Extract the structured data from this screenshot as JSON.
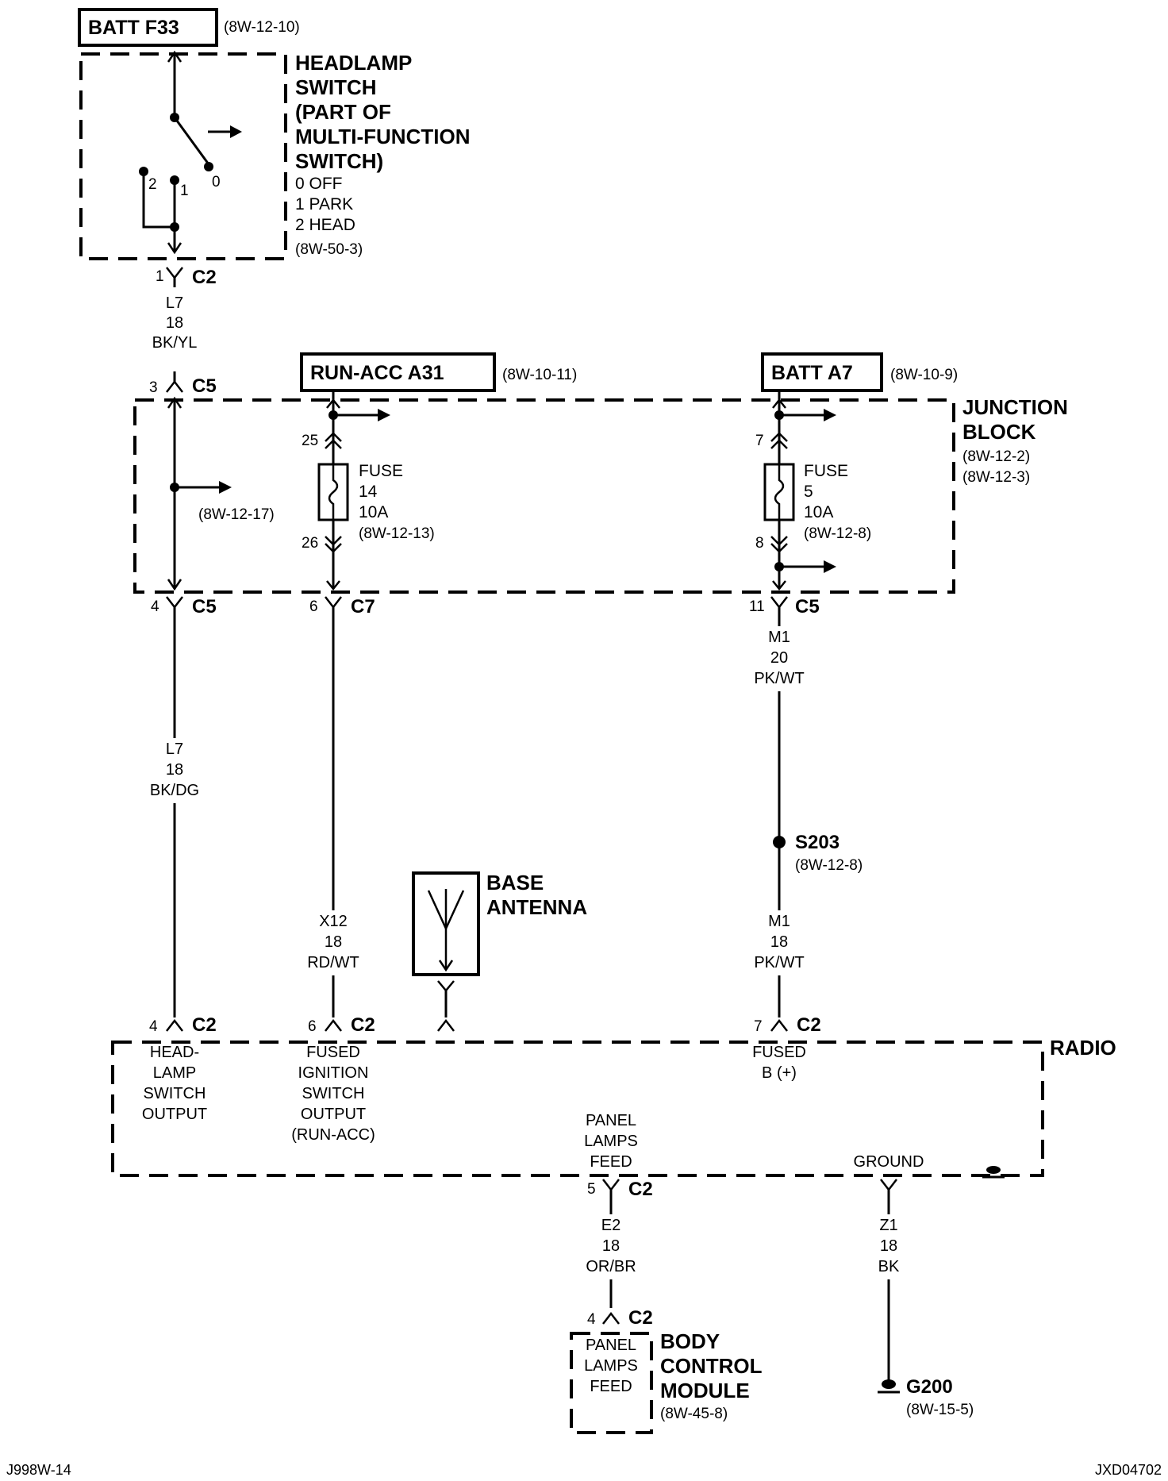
{
  "headlamp_switch": {
    "source": "BATT F33",
    "source_ref": "(8W-12-10)",
    "title_lines": [
      "HEADLAMP",
      "SWITCH",
      "(PART OF",
      "MULTI-FUNCTION",
      "SWITCH)"
    ],
    "positions": [
      "0 OFF",
      "1 PARK",
      "2 HEAD"
    ],
    "ref": "(8W-50-3)",
    "contact_labels": [
      "2",
      "1",
      "0"
    ]
  },
  "wire_headlamp_top": {
    "pin": "1",
    "connector": "C2",
    "circuit": "L7",
    "gauge": "18",
    "color": "BK/YL"
  },
  "junction_block": {
    "title_lines": [
      "JUNCTION",
      "BLOCK"
    ],
    "refs": [
      "(8W-12-2)",
      "(8W-12-3)"
    ],
    "splice_ref": "(8W-12-17)",
    "in_pin": "3",
    "in_connector": "C5",
    "out_pin": "4",
    "out_connector": "C5",
    "fuse14": {
      "source": "RUN-ACC A31",
      "source_ref": "(8W-10-11)",
      "lines": [
        "FUSE",
        "14",
        "10A",
        "(8W-12-13)"
      ],
      "in_pin": "25",
      "out_pin": "26",
      "conn_pin": "6",
      "connector": "C7"
    },
    "fuse5": {
      "source": "BATT A7",
      "source_ref": "(8W-10-9)",
      "lines": [
        "FUSE",
        "5",
        "10A",
        "(8W-12-8)"
      ],
      "in_pin": "7",
      "out_pin": "8",
      "conn_pin": "11",
      "connector": "C5"
    }
  },
  "wire_l7_lower": {
    "circuit": "L7",
    "gauge": "18",
    "color": "BK/DG"
  },
  "wire_x12": {
    "circuit": "X12",
    "gauge": "18",
    "color": "RD/WT"
  },
  "wire_m1_upper": {
    "circuit": "M1",
    "gauge": "20",
    "color": "PK/WT"
  },
  "splice": {
    "name": "S203",
    "ref": "(8W-12-8)"
  },
  "wire_m1_lower": {
    "circuit": "M1",
    "gauge": "18",
    "color": "PK/WT"
  },
  "antenna": {
    "lines": [
      "BASE",
      "ANTENNA"
    ]
  },
  "radio": {
    "title": "RADIO",
    "pins": [
      {
        "pin": "4",
        "connector": "C2",
        "lines": [
          "HEAD-",
          "LAMP",
          "SWITCH",
          "OUTPUT"
        ]
      },
      {
        "pin": "6",
        "connector": "C2",
        "lines": [
          "FUSED",
          "IGNITION",
          "SWITCH",
          "OUTPUT",
          "(RUN-ACC)"
        ]
      },
      {
        "pin": "7",
        "connector": "C2",
        "lines": [
          "FUSED",
          "B (+)"
        ]
      }
    ],
    "panel_feed": {
      "lines": [
        "PANEL",
        "LAMPS",
        "FEED"
      ],
      "pin": "5",
      "connector": "C2"
    },
    "ground_label": "GROUND"
  },
  "wire_e2": {
    "circuit": "E2",
    "gauge": "18",
    "color": "OR/BR"
  },
  "wire_z1": {
    "circuit": "Z1",
    "gauge": "18",
    "color": "BK"
  },
  "bcm": {
    "pin": "4",
    "connector": "C2",
    "inner_lines": [
      "PANEL",
      "LAMPS",
      "FEED"
    ],
    "title_lines": [
      "BODY",
      "CONTROL",
      "MODULE"
    ],
    "ref": "(8W-45-8)"
  },
  "ground": {
    "name": "G200",
    "ref": "(8W-15-5)"
  },
  "footer": {
    "left": "J998W-14",
    "right": "JXD04702"
  }
}
